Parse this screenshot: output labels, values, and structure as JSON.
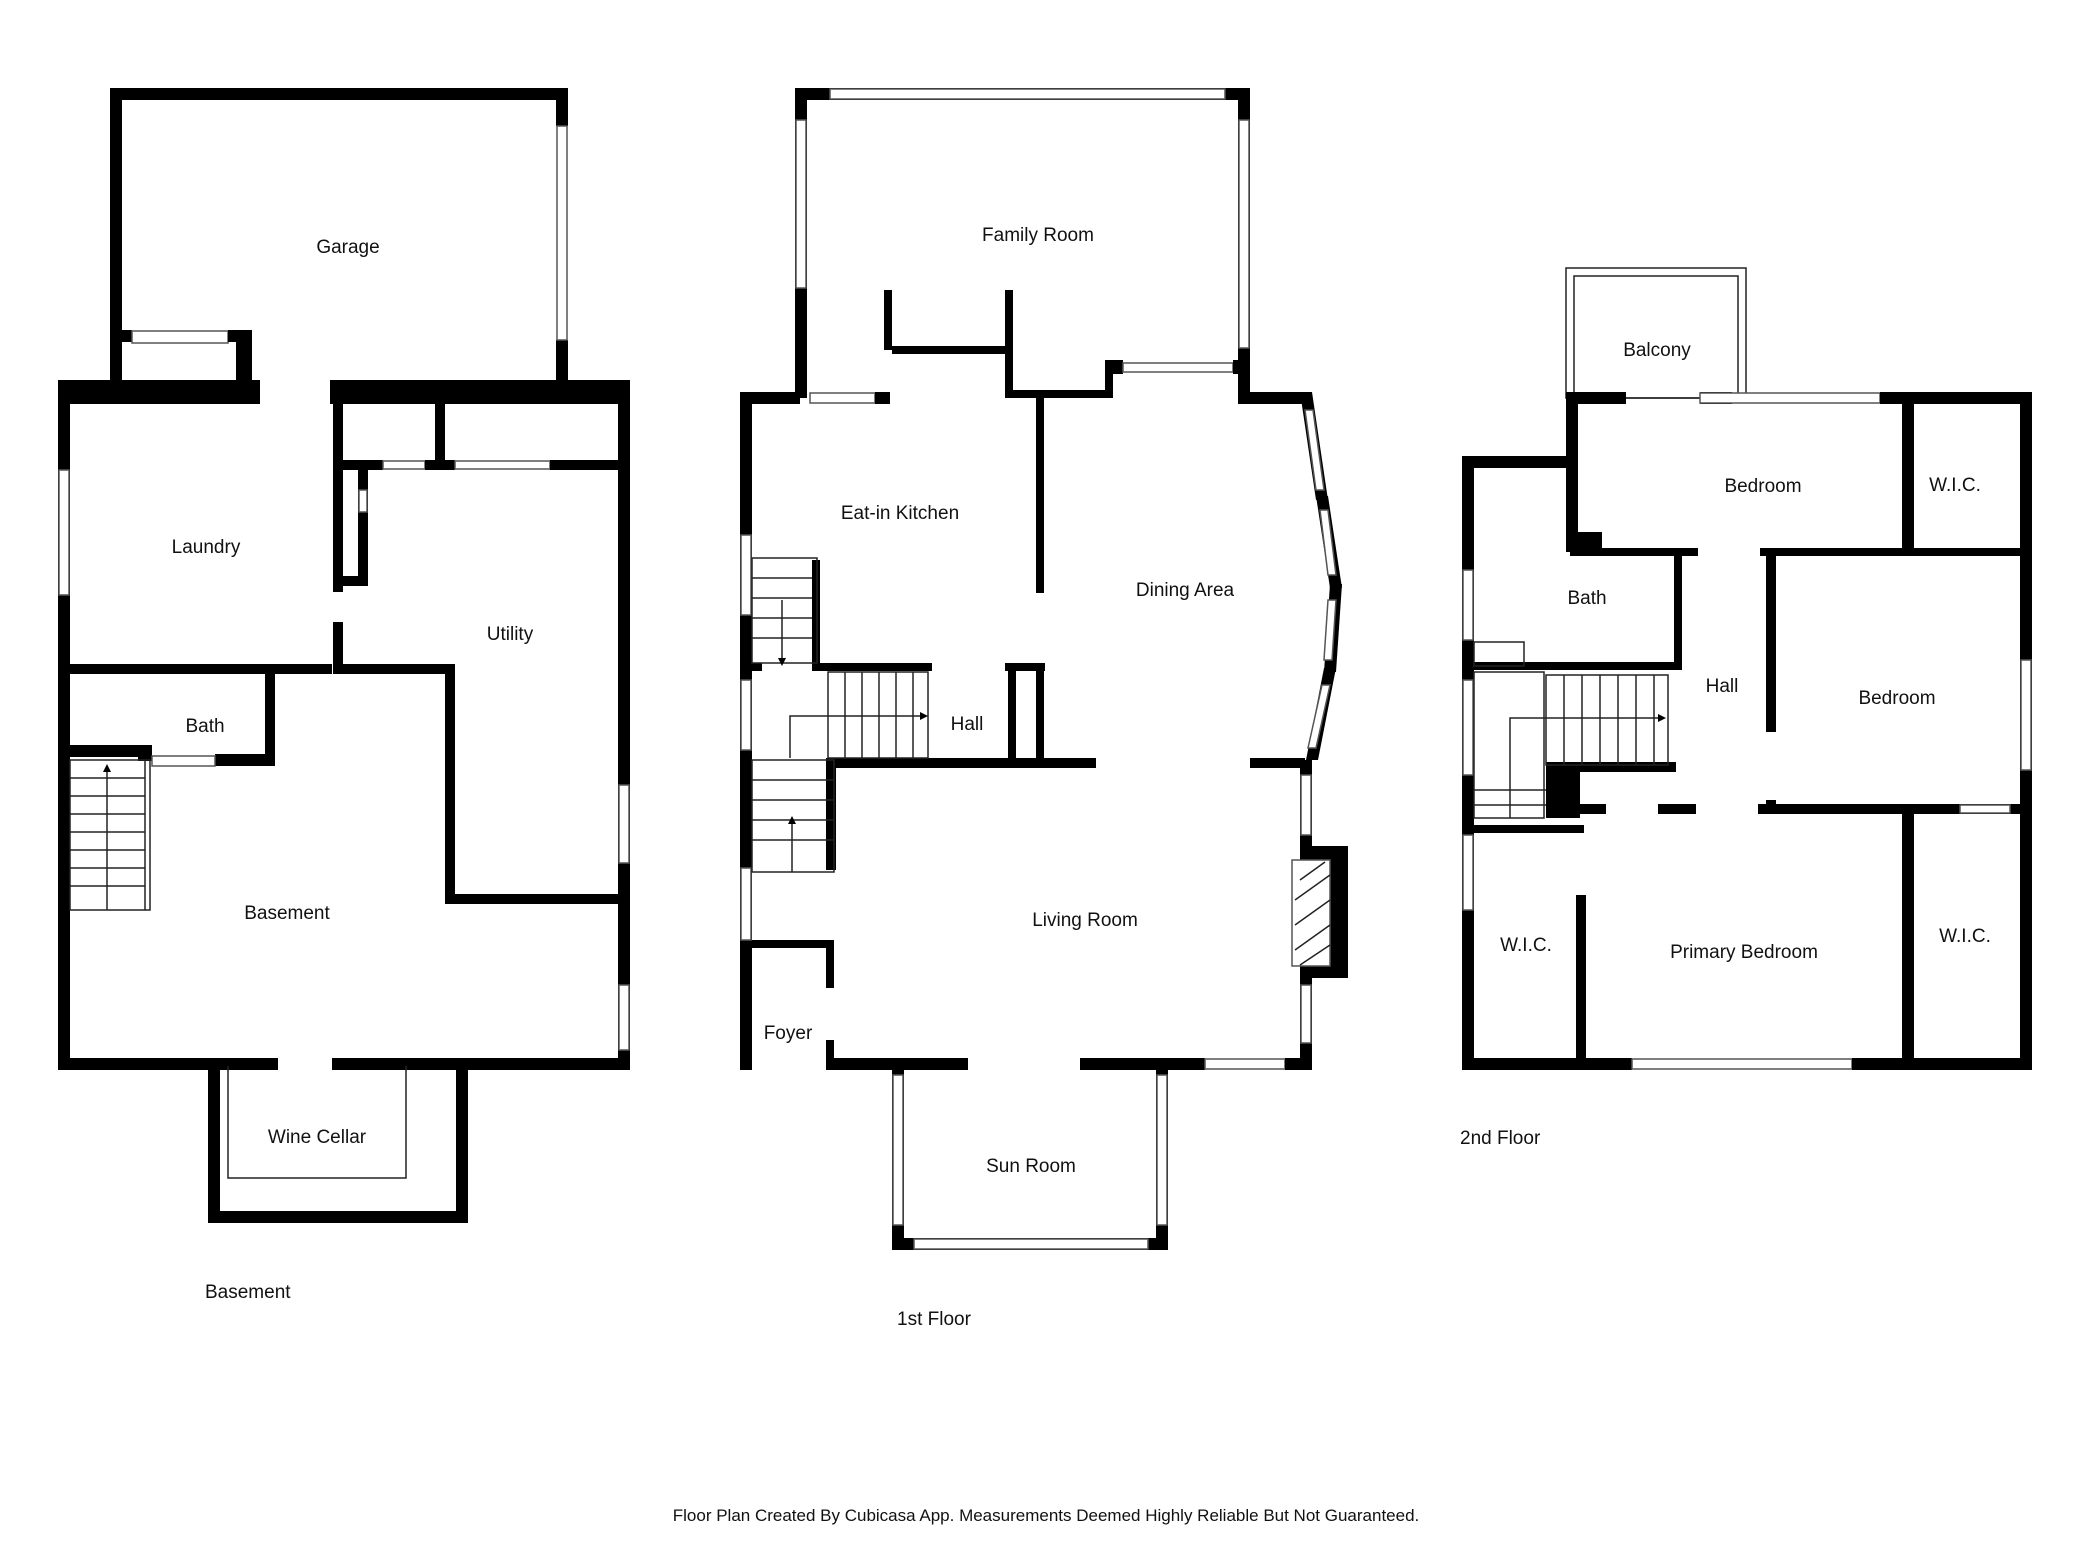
{
  "floors": [
    {
      "id": "basement",
      "label": "Basement",
      "rooms": [
        "Garage",
        "Laundry",
        "Utility",
        "Bath",
        "Basement",
        "Wine Cellar"
      ]
    },
    {
      "id": "first",
      "label": "1st Floor",
      "rooms": [
        "Family Room",
        "Eat-in Kitchen",
        "Dining Area",
        "Hall",
        "Living Room",
        "Foyer",
        "Sun Room"
      ]
    },
    {
      "id": "second",
      "label": "2nd Floor",
      "rooms": [
        "Balcony",
        "Bedroom",
        "W.I.C.",
        "Bath",
        "Hall",
        "Bedroom",
        "W.I.C.",
        "Primary Bedroom",
        "W.I.C."
      ]
    }
  ],
  "disclaimer": "Floor Plan Created By Cubicasa App. Measurements Deemed Highly Reliable But Not Guaranteed.",
  "colors": {
    "wall": "#000000",
    "background": "#ffffff",
    "window": "#ffffff"
  }
}
